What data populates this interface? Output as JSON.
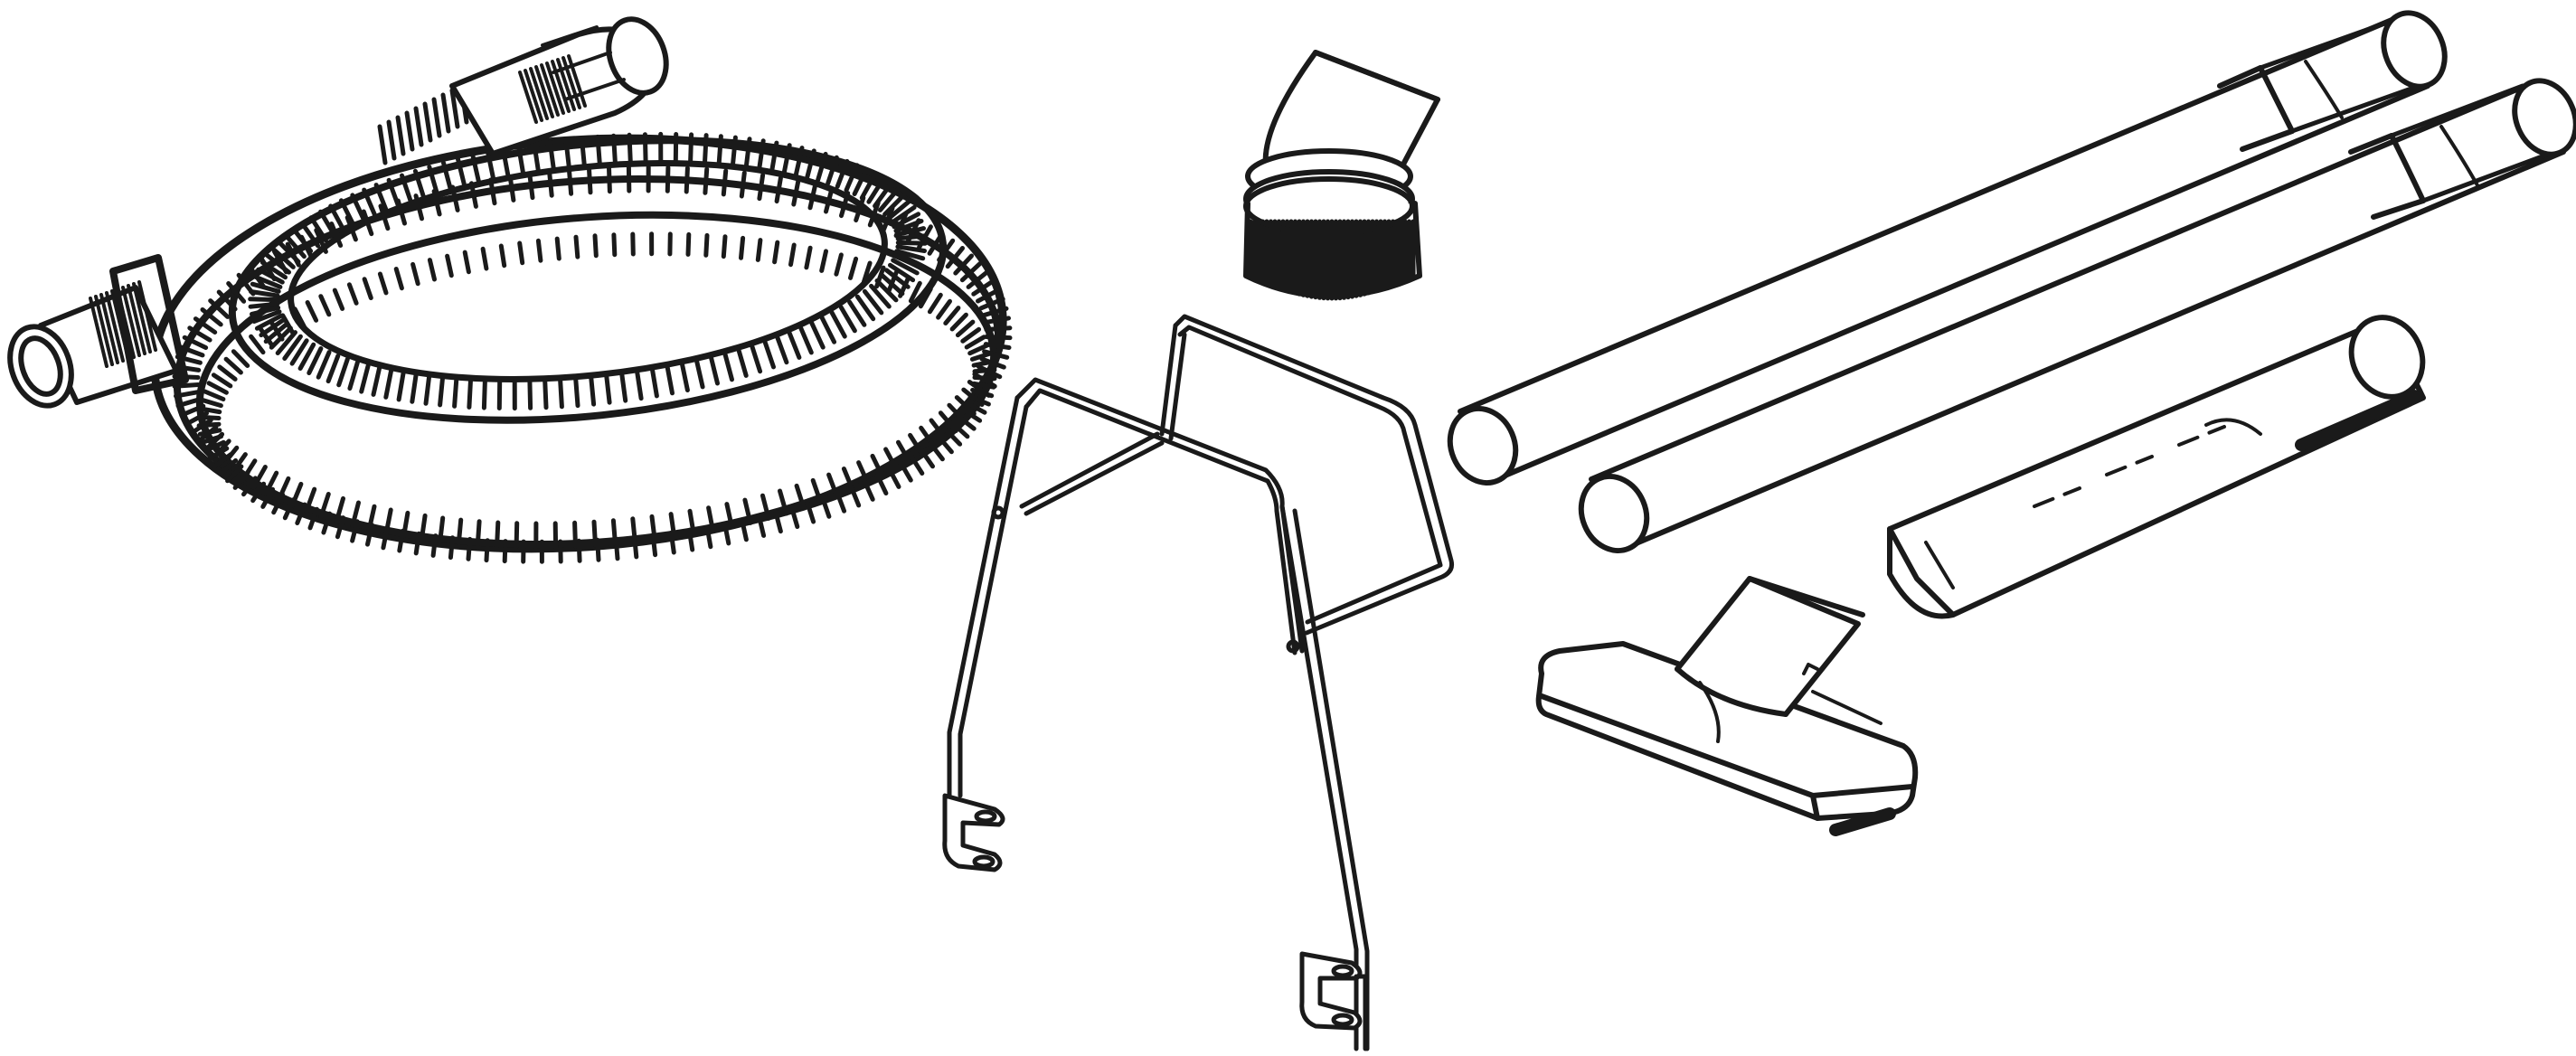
{
  "illustration": {
    "background": "#ffffff",
    "ink_color": "#1a1a1a",
    "parts": [
      {
        "id": "hose",
        "icon": "flexible-hose"
      },
      {
        "id": "dust-brush",
        "icon": "round-dusting-brush"
      },
      {
        "id": "extension-wand-upper",
        "icon": "straight-extension-wand"
      },
      {
        "id": "extension-wand-lower",
        "icon": "straight-extension-wand"
      },
      {
        "id": "crevice-tool",
        "icon": "crevice-nozzle"
      },
      {
        "id": "floor-nozzle",
        "icon": "floor-tool"
      },
      {
        "id": "caddy-frame",
        "icon": "tool-caddy-frame"
      }
    ]
  }
}
